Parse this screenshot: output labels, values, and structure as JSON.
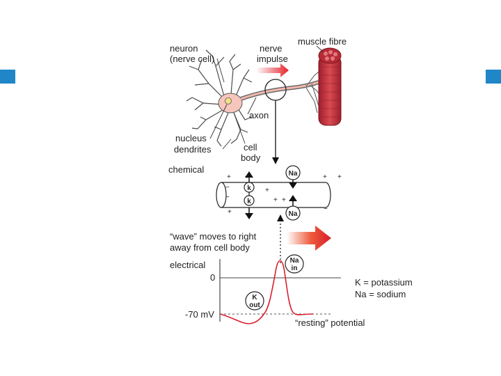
{
  "colors": {
    "marker": "#1f86c8",
    "neuron_body": "#f6c6bd",
    "muscle": "#c8343f",
    "action_potential": "#d81e2c",
    "arrow_red": "#e5232c"
  },
  "labels": {
    "neuron": "neuron",
    "nerve_cell": "(nerve cell)",
    "nerve": "nerve",
    "impulse": "impulse",
    "muscle_fibre": "muscle fibre",
    "axon": "axon",
    "nucleus": "nucleus",
    "dendrites": "dendrites",
    "cell": "cell",
    "body": "body",
    "chemical": "chemical",
    "wave_line1": "“wave” moves to right",
    "wave_line2": "away from cell body",
    "electrical": "electrical",
    "zero": "0",
    "minus70": "-70 mV",
    "resting": "“resting” potential"
  },
  "ion_badges": {
    "k_upper": "k",
    "k_lower": "k",
    "na_top": "Na",
    "na_bottom": "Na",
    "na_in_1": "Na",
    "na_in_2": "in",
    "k_out_1": "K",
    "k_out_2": "out"
  },
  "charge_signs": {
    "plus": "+",
    "minus": "−"
  },
  "legend": {
    "potassium": "K = potassium",
    "sodium": "Na = sodium"
  }
}
